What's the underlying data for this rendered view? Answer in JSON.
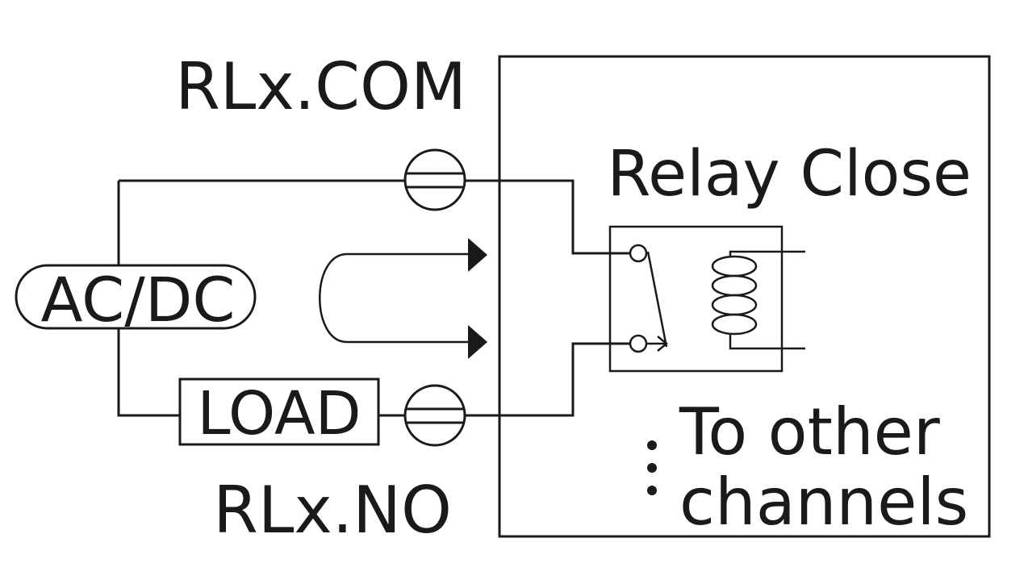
{
  "labels": {
    "com_terminal": "RLx.COM",
    "no_terminal": "RLx.NO",
    "relay_state": "Relay Close",
    "source": "AC/DC",
    "load": "LOAD",
    "other_line1": "To other",
    "other_line2": "channels"
  },
  "colors": {
    "ink": "#1a1a1a",
    "background": "#ffffff"
  }
}
